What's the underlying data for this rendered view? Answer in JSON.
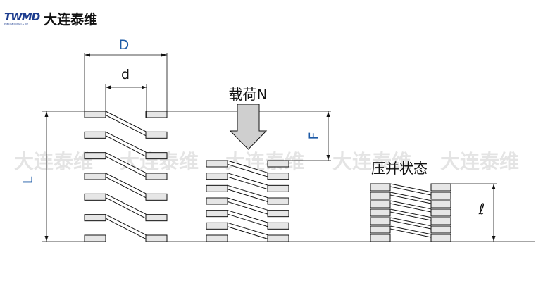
{
  "brand": {
    "logo_text": "TWMD",
    "logo_subtext": "PRECISE MOULD & DIE",
    "name": "大连泰维"
  },
  "watermark": {
    "text": "大连泰维"
  },
  "labels": {
    "outer_diameter": "D",
    "inner_diameter": "d",
    "free_length": "L",
    "load": "载荷N",
    "deflection": "F",
    "compressed_state": "压并状态",
    "solid_length": "ℓ"
  },
  "colors": {
    "dimension_blue": "#1c5aa6",
    "outline": "#111111",
    "plate_fill": "#e6e6e6",
    "arrow_fill": "#cfcfcf"
  }
}
